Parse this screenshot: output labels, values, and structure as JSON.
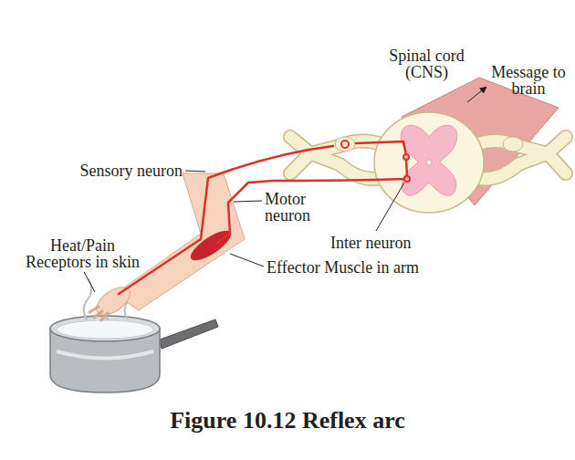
{
  "diagram": {
    "caption": "Figure 10.12 Reflex arc",
    "labels": [
      "Spinal cord (CNS)",
      "Message to brain",
      "Sensory neuron",
      "Motor neuron",
      "Inter neuron",
      "Heat/Pain Receptors in skin",
      "Effector Muscle in arm"
    ]
  }
}
